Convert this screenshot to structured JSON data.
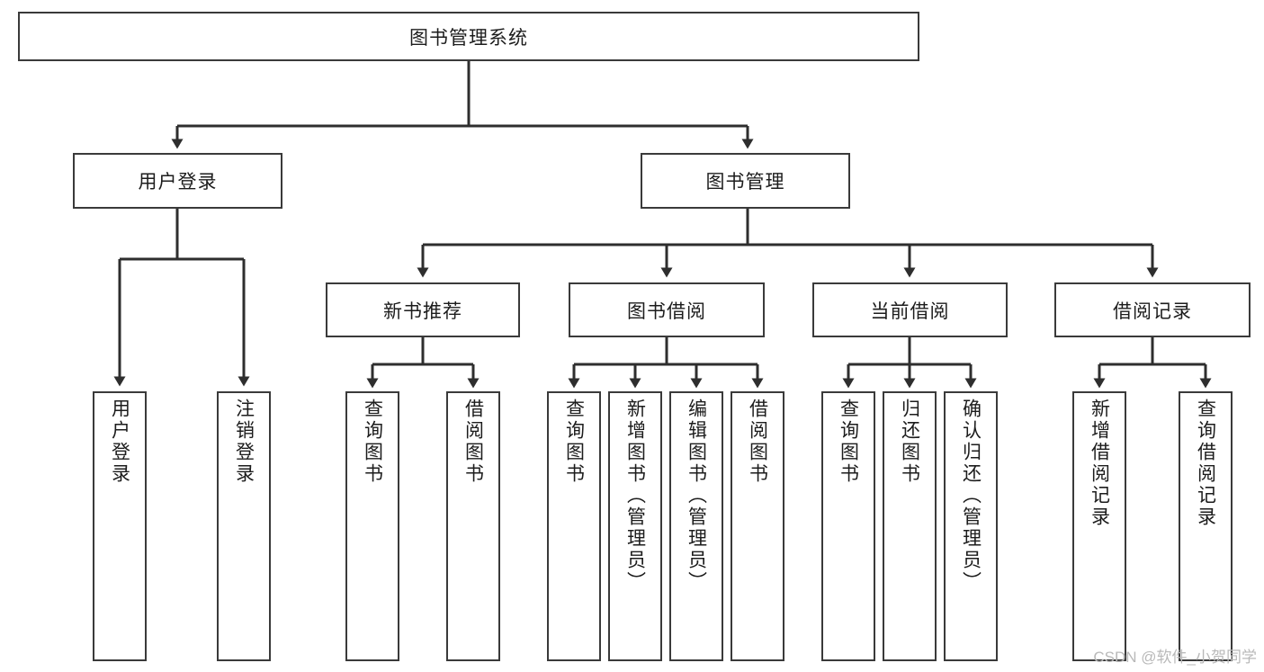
{
  "diagram": {
    "type": "tree",
    "title_node": {
      "label": "图书管理系统"
    },
    "level2": [
      {
        "id": "user-login",
        "label": "用户登录"
      },
      {
        "id": "book-manage",
        "label": "图书管理"
      }
    ],
    "level3": [
      {
        "id": "new-book-rec",
        "label": "新书推荐"
      },
      {
        "id": "book-borrow",
        "label": "图书借阅"
      },
      {
        "id": "current-borrow",
        "label": "当前借阅"
      },
      {
        "id": "borrow-record",
        "label": "借阅记录"
      }
    ],
    "leaves": {
      "user_login": [
        {
          "id": "leaf-user-login",
          "label": "用户登录"
        },
        {
          "id": "leaf-logout-login",
          "label": "注销登录"
        }
      ],
      "new_book_rec": [
        {
          "id": "leaf-query-book-1",
          "label": "查询图书"
        },
        {
          "id": "leaf-borrow-book-1",
          "label": "借阅图书"
        }
      ],
      "book_borrow": [
        {
          "id": "leaf-query-book-2",
          "label": "查询图书"
        },
        {
          "id": "leaf-add-book",
          "label": "新增图书（管理员）"
        },
        {
          "id": "leaf-edit-book",
          "label": "编辑图书（管理员）"
        },
        {
          "id": "leaf-borrow-book-2",
          "label": "借阅图书"
        }
      ],
      "current_borrow": [
        {
          "id": "leaf-query-book-3",
          "label": "查询图书"
        },
        {
          "id": "leaf-return-book",
          "label": "归还图书"
        },
        {
          "id": "leaf-confirm-return",
          "label": "确认归还（管理员）"
        }
      ],
      "borrow_record": [
        {
          "id": "leaf-add-record",
          "label": "新增借阅记录"
        },
        {
          "id": "leaf-query-record",
          "label": "查询借阅记录"
        }
      ]
    }
  },
  "watermark": {
    "text": "CSDN @软件_小贺同学"
  },
  "colors": {
    "stroke": "#3a3a3a",
    "background": "#ffffff",
    "text": "#1c1c1c",
    "watermark": "#b9b9b9"
  }
}
